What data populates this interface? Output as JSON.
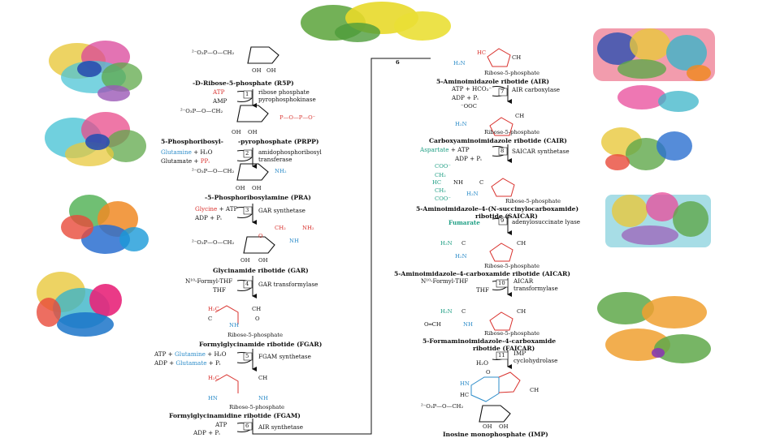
{
  "colors": {
    "red": "#d9322e",
    "blue": "#2c8cc9",
    "teal": "#1d9e83",
    "black": "#111111"
  },
  "compounds": {
    "r5p": "-D-Ribose-5-phosphate (R5P)",
    "prpp_a": "5-Phosphoribosyl-",
    "prpp_b": "-pyrophosphate (PRPP)",
    "pra": "-5-Phosphoribosylamine (PRA)",
    "gar": "Glycinamide ribotide (GAR)",
    "fgar": "Formylglycinamide ribotide (FGAR)",
    "fgam": "Formylglycinamidine ribotide (FGAM)",
    "air": "5-Aminoimidazole ribotide (AIR)",
    "cair": "Carboxyaminoimidazole ribotide (CAIR)",
    "saicar_1": "5-Aminoimidazole-4-(N-succinylocarboxamide)",
    "saicar_2": "ribotide (SAICAR)",
    "aicar": "5-Aminoimidazole-4-carboxamide ribotide (AICAR)",
    "faicar_1": "5-Formaminoimidazole-4-carboxamide",
    "faicar_2": "ribotide (FAICAR)",
    "imp": "Inosine monophosphate (IMP)"
  },
  "steps": [
    {
      "num": "1",
      "enzyme_1": "ribose phosphate",
      "enzyme_2": "pyrophosphokinase",
      "in": "ATP",
      "out": "AMP"
    },
    {
      "num": "2",
      "enzyme_1": "amidophosphoribosyl",
      "enzyme_2": "transferase",
      "in_a": "Glutamine",
      "in_b": " + H₂O",
      "out_a": "Glutamate + ",
      "out_b": "PPᵢ"
    },
    {
      "num": "3",
      "enzyme_1": "GAR synthetase",
      "in_a": "Glycine",
      "in_b": " + ATP",
      "out": "ADP + Pᵢ"
    },
    {
      "num": "4",
      "enzyme_1": "GAR transformylase",
      "in": "N¹⁰-Formyl-THF",
      "out": "THF"
    },
    {
      "num": "5",
      "enzyme_1": "FGAM synthetase",
      "in_a": "ATP + ",
      "in_b": "Glutamine",
      "in_c": " + H₂O",
      "out_a": "ADP + ",
      "out_b": "Glutamate",
      "out_c": " + Pᵢ"
    },
    {
      "num": "6",
      "enzyme_1": "AIR synthetase",
      "in": "ATP",
      "out": "ADP + Pᵢ"
    },
    {
      "num": "7",
      "enzyme_1": "AIR carboxylase",
      "in": "ATP + HCO₃⁻",
      "out": "ADP + Pᵢ"
    },
    {
      "num": "8",
      "enzyme_1": "SAICAR synthetase",
      "in_a": "Aspartate",
      "in_b": " + ATP",
      "out": "ADP + Pᵢ"
    },
    {
      "num": "9",
      "enzyme_1": "adenylosuccinate lyase",
      "in": "Fumarate"
    },
    {
      "num": "10",
      "enzyme_1": "AICAR",
      "enzyme_2": "transformylase",
      "in": "N¹⁰-Formyl-THF",
      "out": "THF"
    },
    {
      "num": "11",
      "enzyme_1": "IMP",
      "enzyme_2": "cyclohydrolase",
      "out": "H₂O"
    }
  ],
  "transition_step": "6",
  "structure_labels": {
    "ribose_5_phosphate": "Ribose-5-phosphate",
    "phosphate": "²⁻O₃P—O—CH₂",
    "h": "H",
    "oh": "OH",
    "o": "O",
    "nh2": "NH₂",
    "nh": "NH",
    "hn": "HN",
    "ch": "CH",
    "hc": "HC",
    "n": "N",
    "c": "C",
    "h2c": "H₂C",
    "h2n": "H₂N",
    "ooc": "⁻OOC",
    "coo": "COO⁻",
    "ch2": "CH₂",
    "och": "O═CH",
    "p_o": "P—O—P—O⁻"
  }
}
